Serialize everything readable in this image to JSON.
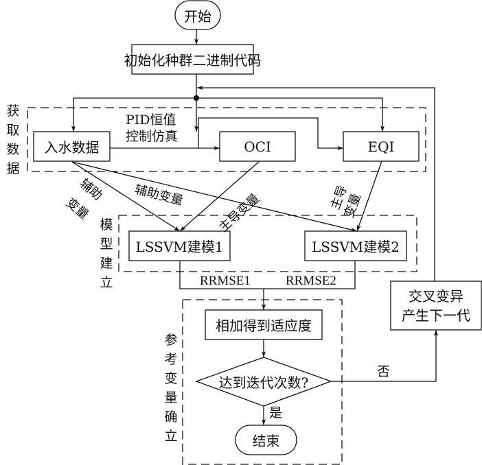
{
  "nodes": {
    "start": "开始",
    "init": "初始化种群二进制代码",
    "inflow": "入水数据",
    "oci": "OCI",
    "eqi": "EQI",
    "lssvm1": "LSSVM建模1",
    "lssvm2": "LSSVM建模2",
    "fitness": "相加得到适应度",
    "decision": "达到迭代次数?",
    "end": "结束",
    "crossover_line1": "交叉变异",
    "crossover_line2": "产生下一代"
  },
  "groups": {
    "acquire": "获取数据",
    "model": "模型建立",
    "reference": "参考变量确立"
  },
  "edge_labels": {
    "pid_line1": "PID恒值",
    "pid_line2": "控制仿真",
    "aux_left_line1": "辅助",
    "aux_left_line2": "变量",
    "aux_middle": "辅助变量",
    "main_middle": "主导变量",
    "main_right_line1": "主导",
    "main_right_line2": "变量",
    "rrmse1": "RRMSE1",
    "rrmse2": "RRMSE2",
    "no": "否",
    "yes": "是"
  }
}
